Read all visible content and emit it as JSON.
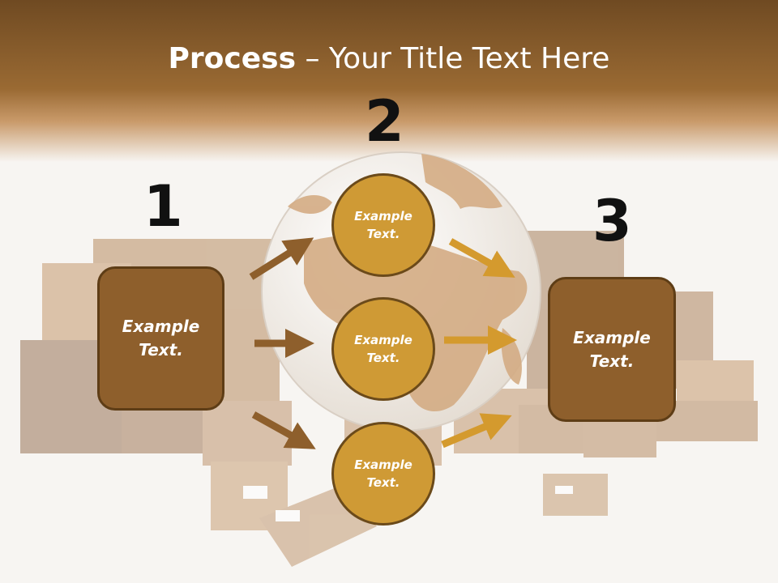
{
  "title": {
    "bold": "Process",
    "rest": " – Your Title Text Here"
  },
  "steps": [
    {
      "number": "1",
      "label": "Example Text."
    },
    {
      "number": "2",
      "label": "Example Text."
    },
    {
      "number": "3",
      "label": "Example Text."
    }
  ],
  "circles": [
    {
      "label": "Example Text."
    },
    {
      "label": "Example Text."
    },
    {
      "label": "Example Text."
    }
  ],
  "colors": {
    "header": "#8a5a24",
    "box_fill": "#8e5f2c",
    "circle_fill": "#cf9a35",
    "arrow_left": "#8e5f2c",
    "arrow_right": "#d49a2e"
  }
}
